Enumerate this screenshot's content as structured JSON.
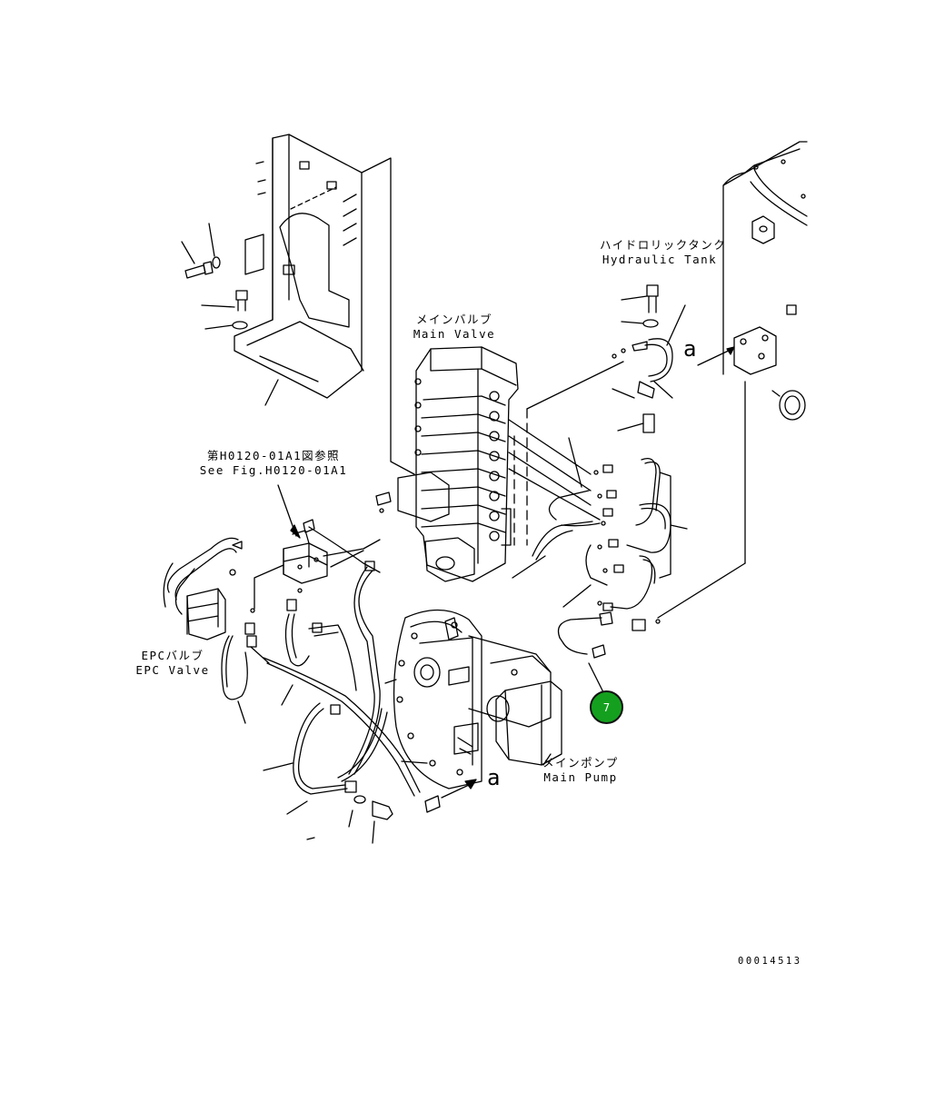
{
  "labels": {
    "hydraulic_tank_jp": "ハイドロリックタンク",
    "hydraulic_tank_en": "Hydraulic Tank",
    "main_valve_jp": "メインバルブ",
    "main_valve_en": "Main Valve",
    "see_fig_jp": "第H0120-01A1図参照",
    "see_fig_en": "See Fig.H0120-01A1",
    "epc_valve_jp": "EPCバルブ",
    "epc_valve_en": "EPC Valve",
    "main_pump_jp": "メインポンプ",
    "main_pump_en": "Main Pump",
    "view_marker": "a",
    "drawing_number": "00014513"
  },
  "callouts": [
    {
      "number": "7",
      "color": "#14a01e"
    }
  ]
}
